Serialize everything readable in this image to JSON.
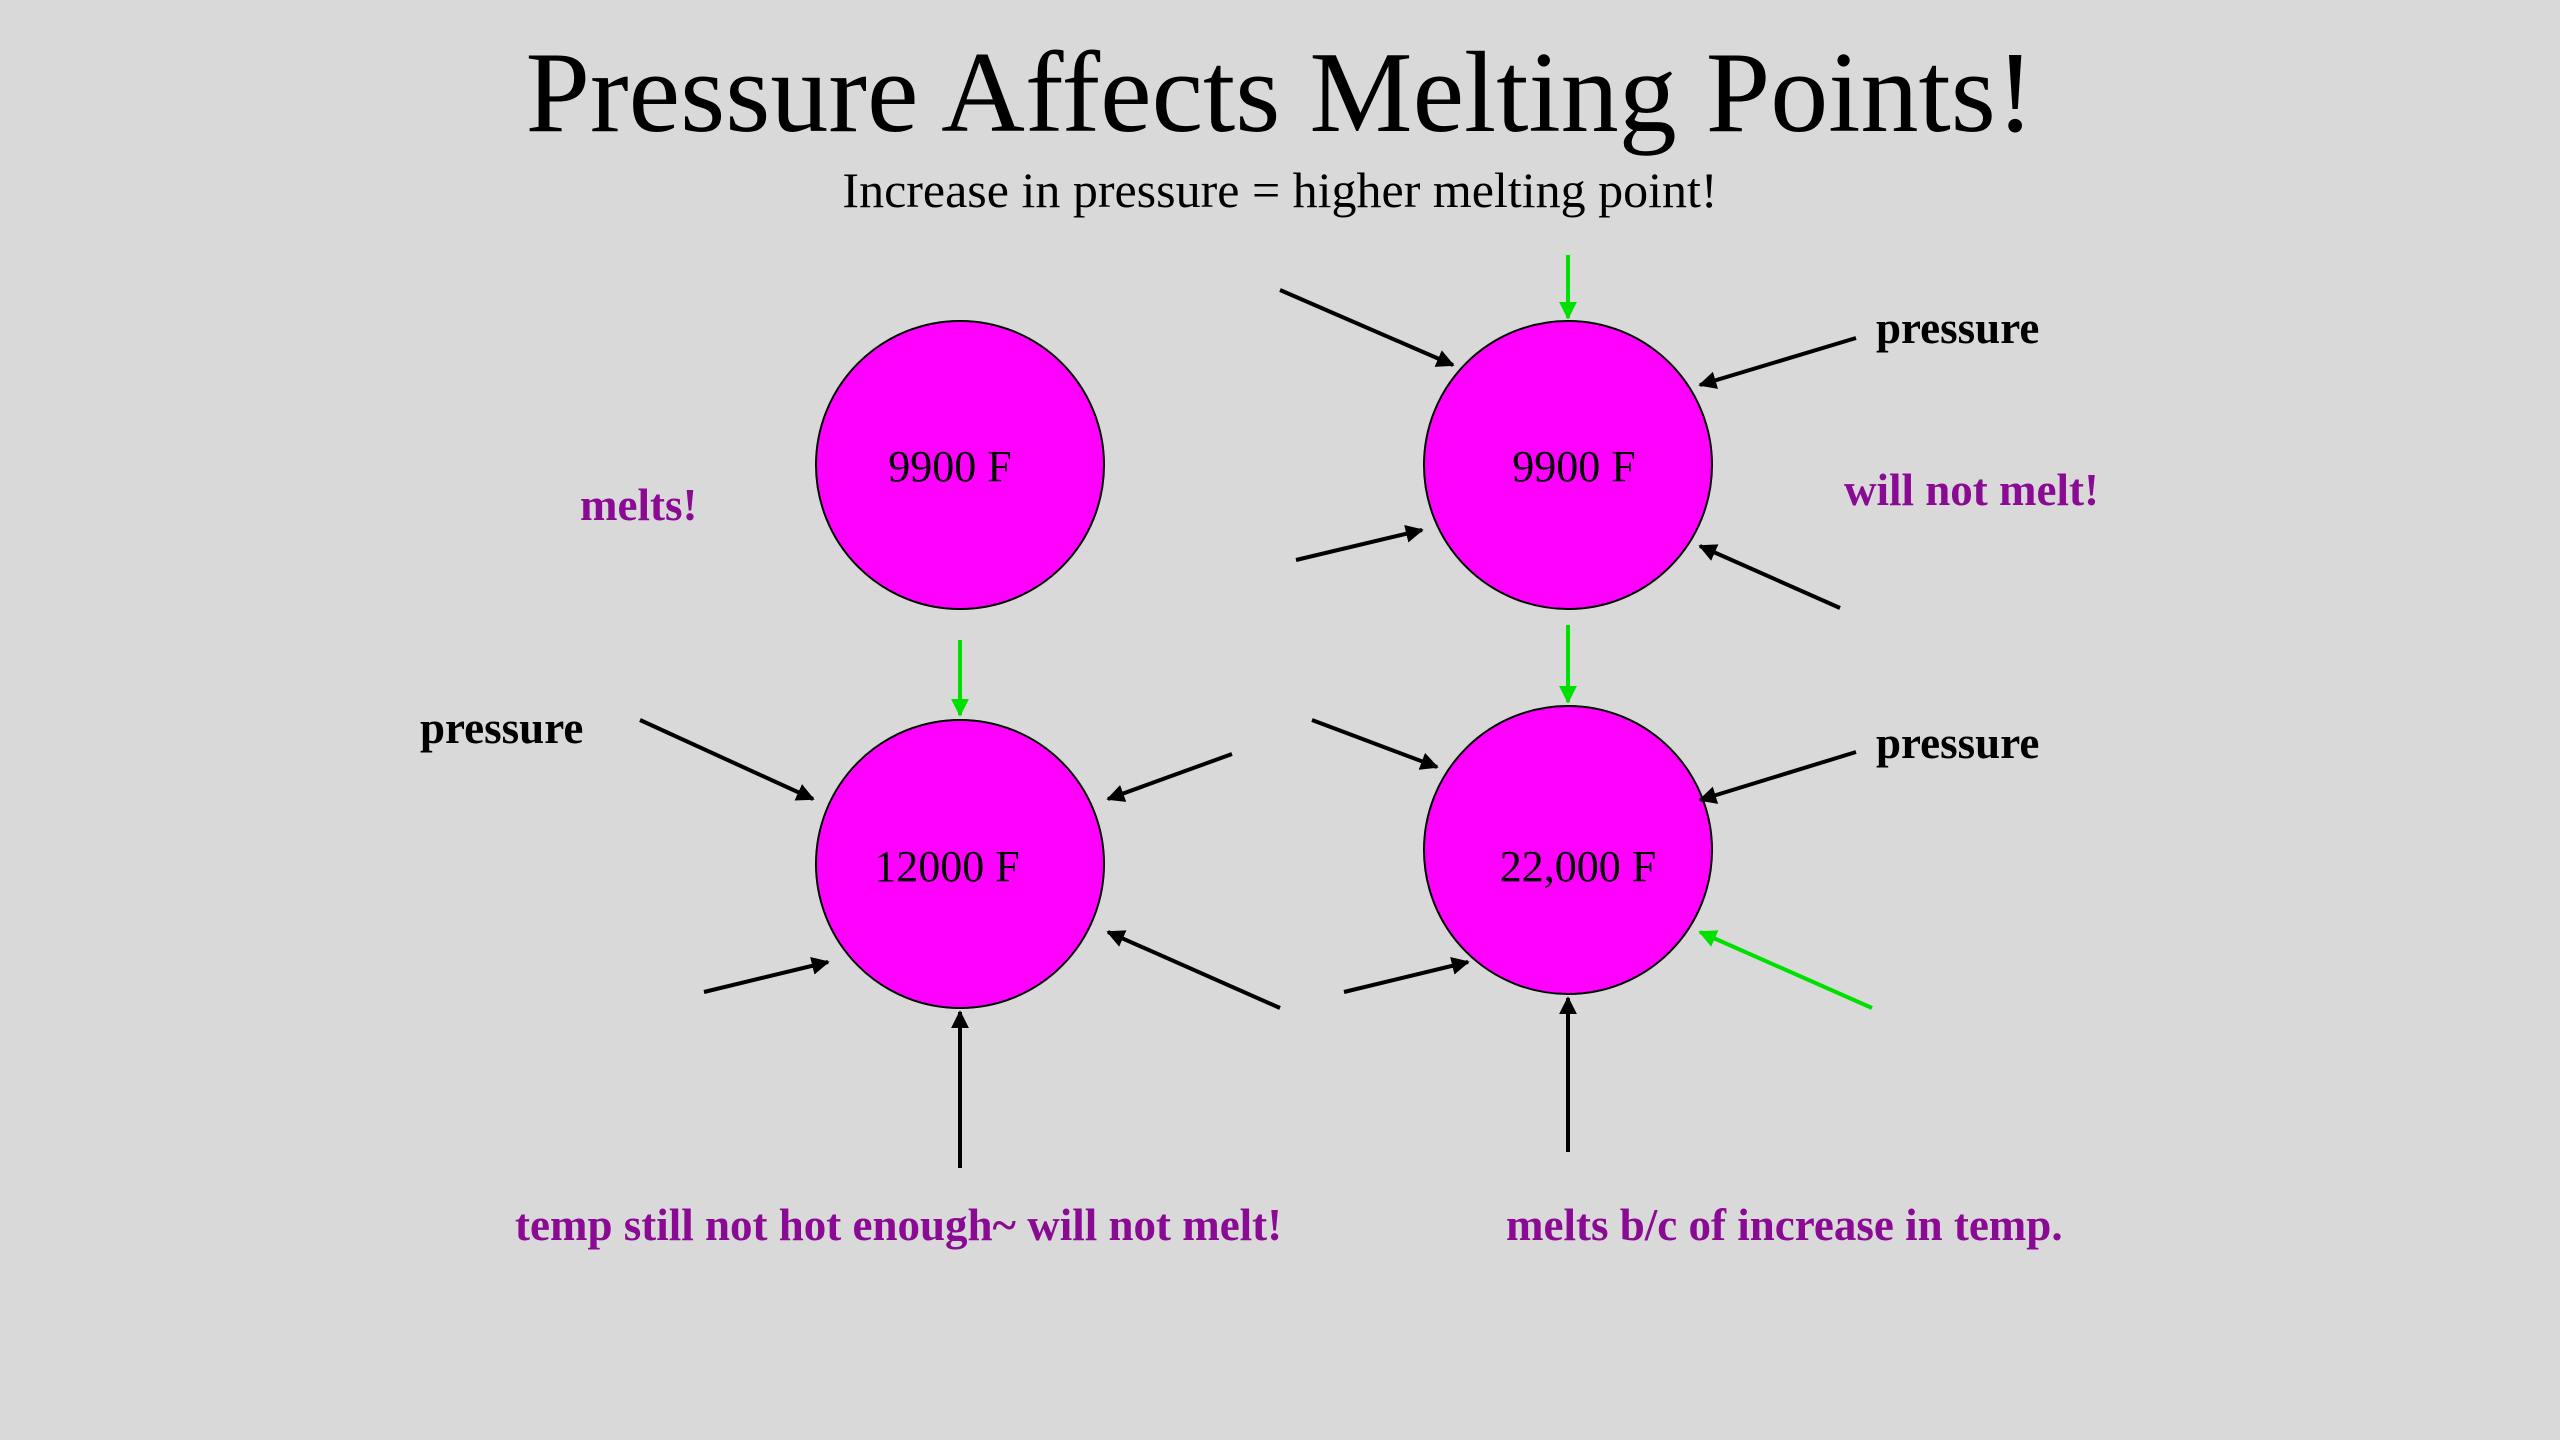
{
  "slide": {
    "title": "Pressure Affects Melting Points!",
    "subtitle": "Increase in pressure = higher melting point!"
  },
  "colors": {
    "background": "#d9d9d9",
    "circle_fill": "#ff00ff",
    "accent_text": "#8b0a93",
    "arrow_black": "#000000",
    "arrow_green": "#00e000"
  },
  "diagram": {
    "circles": [
      {
        "id": "top-left",
        "temp": "9900 F"
      },
      {
        "id": "top-right",
        "temp": "9900 F"
      },
      {
        "id": "bottom-left",
        "temp": "12000 F"
      },
      {
        "id": "bottom-right",
        "temp": "22,000 F"
      }
    ],
    "labels": {
      "melts": "melts!",
      "will_not_melt": "will not melt!",
      "pressure_top_right": "pressure",
      "pressure_bottom_left": "pressure",
      "pressure_bottom_right": "pressure",
      "caption_left": "temp still not hot enough~ will not melt!",
      "caption_right": "melts b/c of increase in temp."
    }
  }
}
